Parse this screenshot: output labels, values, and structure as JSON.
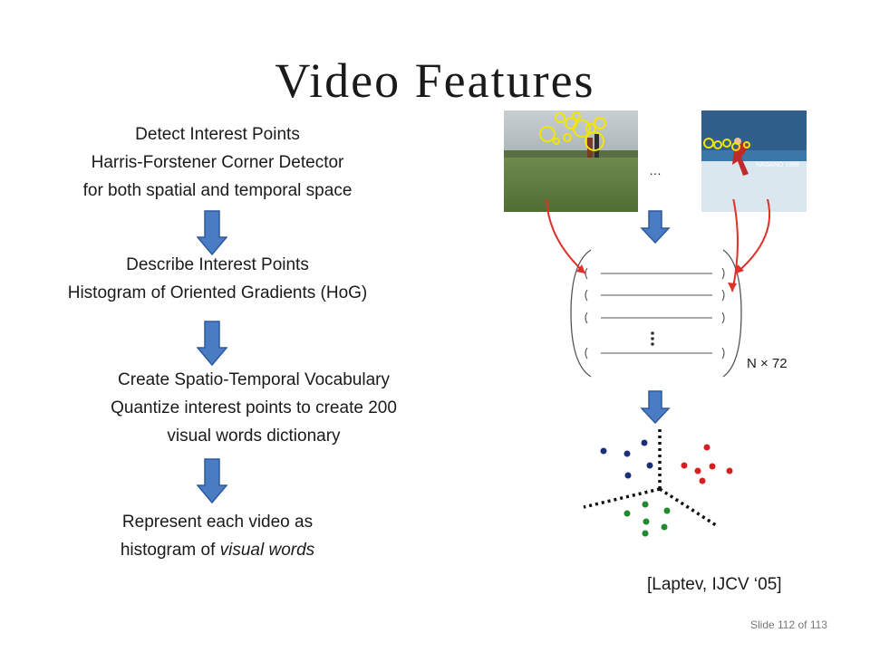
{
  "slide": {
    "title": "Video Features",
    "footer": "Slide 112 of 113",
    "citation": "[Laptev, IJCV ‘05]",
    "ellipsis": "…",
    "matrix_label": "N × 72"
  },
  "steps": [
    {
      "lines": [
        "Detect Interest Points",
        "Harris-Forstener Corner Detector",
        "for both spatial and temporal space"
      ]
    },
    {
      "lines": [
        "Describe Interest Points",
        "Histogram of Oriented Gradients (HoG)"
      ]
    },
    {
      "lines": [
        "Create Spatio-Temporal Vocabulary",
        "Quantize interest points to create 200",
        "visual words dictionary"
      ]
    },
    {
      "lines": [
        "Represent each video as",
        "histogram of"
      ],
      "emph": "visual words"
    }
  ],
  "thumbnails": [
    {
      "scene": "soccer-field-video-frame"
    },
    {
      "scene": "figure-skating-video-frame",
      "banner": "NAGANO 1998"
    }
  ],
  "colors": {
    "arrow_fill": "#4a7cc4",
    "arrow_stroke": "#2e5a9c",
    "link_arrows": "#e0302a",
    "feature_marker": "#f2e600",
    "cluster_blue": "#1b2f7a",
    "cluster_red": "#d42020",
    "cluster_green": "#1f8a2e"
  }
}
